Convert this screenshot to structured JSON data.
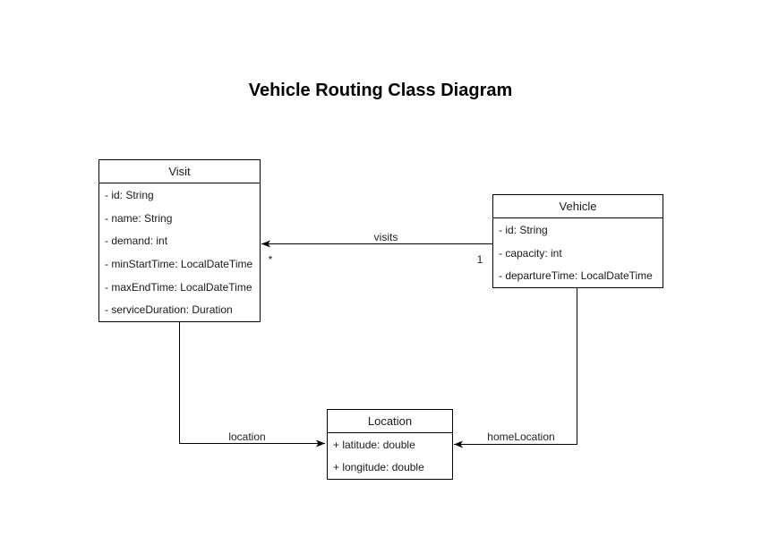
{
  "title": "Vehicle Routing Class Diagram",
  "colors": {
    "stroke": "#000000",
    "text": "#1a1a1a",
    "background": "#ffffff"
  },
  "classes": [
    {
      "name": "Visit",
      "fields": [
        "- id: String",
        "- name: String",
        "- demand: int",
        "- minStartTime: LocalDateTime",
        "- maxEndTime: LocalDateTime",
        "- serviceDuration: Duration"
      ]
    },
    {
      "name": "Vehicle",
      "fields": [
        "- id: String",
        "- capacity: int",
        "- departureTime: LocalDateTime"
      ]
    },
    {
      "name": "Location",
      "fields": [
        "+ latitude: double",
        "+ longitude: double"
      ]
    }
  ],
  "edges": [
    {
      "label": "visits",
      "source": "Vehicle",
      "target": "Visit",
      "source_multiplicity": "1",
      "target_multiplicity": "*"
    },
    {
      "label": "location",
      "source": "Visit",
      "target": "Location"
    },
    {
      "label": "homeLocation",
      "source": "Vehicle",
      "target": "Location"
    }
  ]
}
